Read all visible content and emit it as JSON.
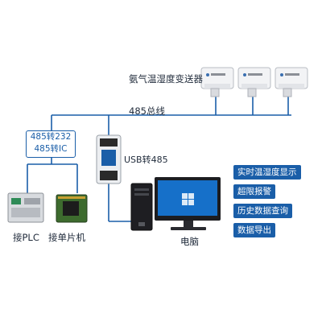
{
  "title": "氨气温湿度变送器",
  "bus_label": "485总线",
  "converter": {
    "line1": "485转232",
    "line2": "485转IC"
  },
  "usb_label": "USB转485",
  "plc_label": "接PLC",
  "mcu_label": "接单片机",
  "computer_label": "电脑",
  "features": [
    "实时温湿度显示",
    "超限报警",
    "历史数据查询",
    "数据导出"
  ],
  "colors": {
    "bus": "#1a5ea8",
    "feature_bg": "#1a5ea8"
  }
}
